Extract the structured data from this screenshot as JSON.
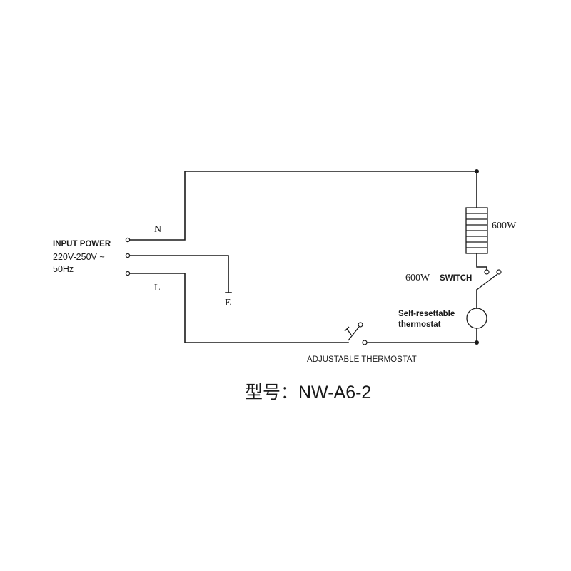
{
  "labels": {
    "input_power": "INPUT POWER",
    "voltage": "220V-250V ~",
    "frequency": "50Hz",
    "neutral": "N",
    "live": "L",
    "earth": "E",
    "heater_power": "600W",
    "switch_power": "600W",
    "switch": "SWITCH",
    "self_resettable_line1": "Self-resettable",
    "self_resettable_line2": "thermostat",
    "adjustable_thermostat": "ADJUSTABLE THERMOSTAT",
    "model": "型号：NW-A6-2"
  }
}
